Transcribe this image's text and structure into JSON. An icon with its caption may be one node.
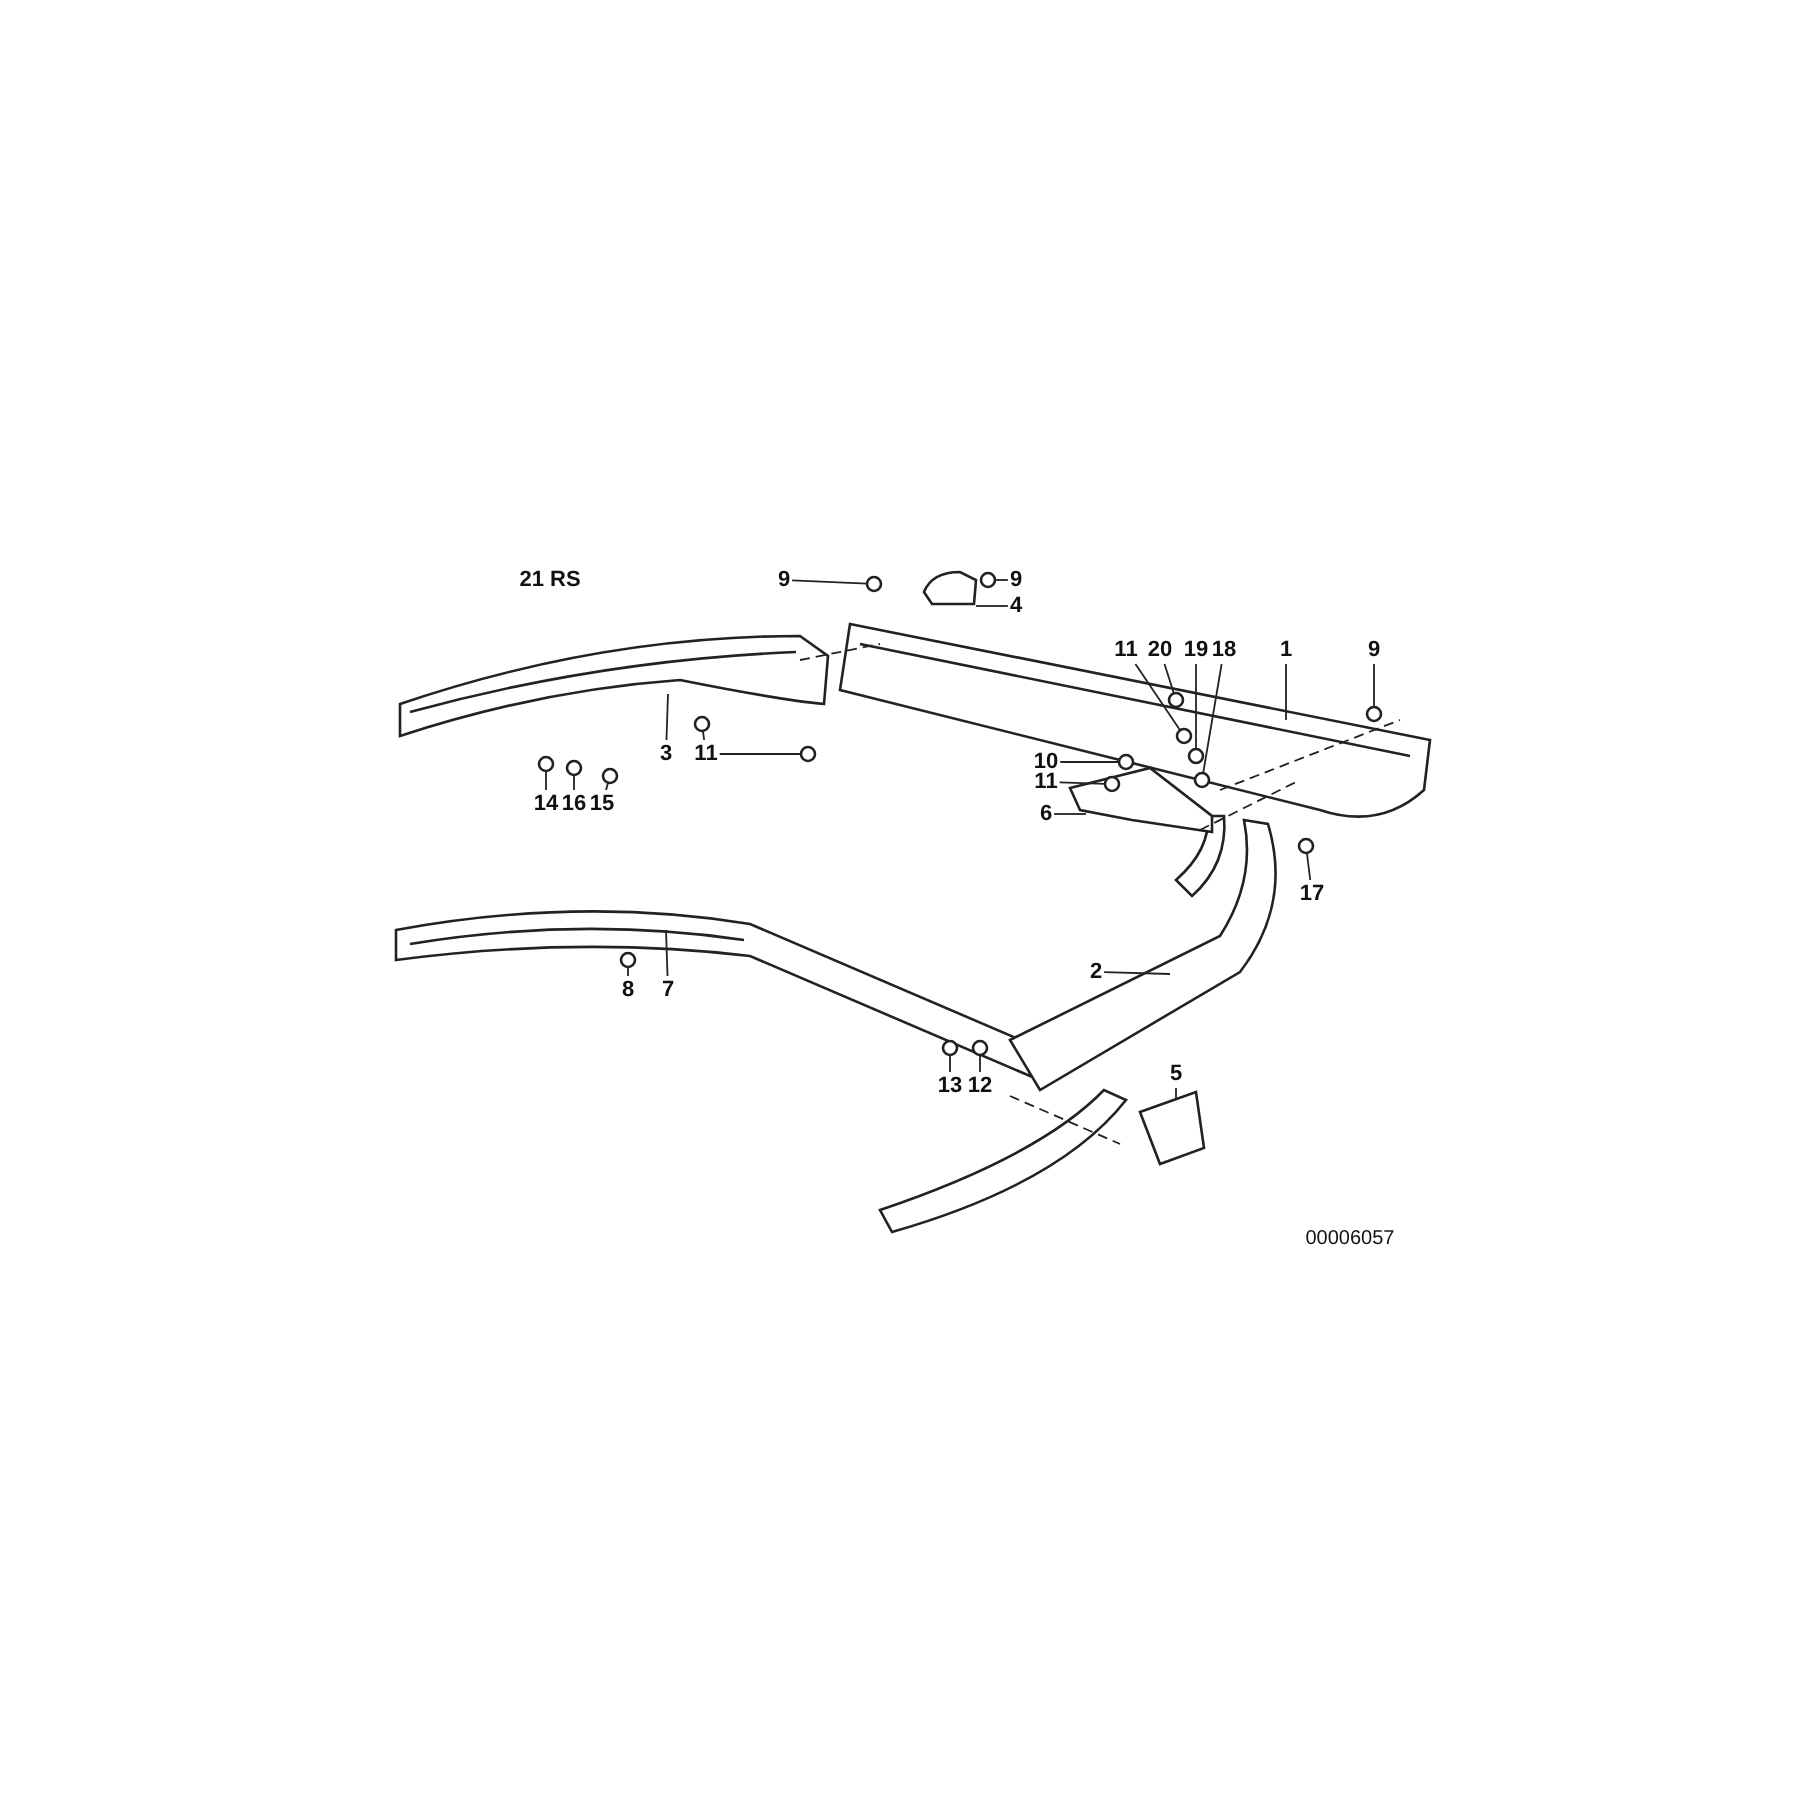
{
  "diagram": {
    "nodes": [
      {
        "text": [
          "9"
        ]
      },
      {
        "text": [
          "9"
        ]
      },
      {
        "text": [
          "4"
        ]
      },
      {
        "text": [
          "11"
        ]
      },
      {
        "text": [
          "20"
        ]
      },
      {
        "text": [
          "19"
        ]
      },
      {
        "text": [
          "18"
        ]
      },
      {
        "text": [
          "1"
        ]
      },
      {
        "text": [
          "9"
        ]
      },
      {
        "text": [
          "3"
        ]
      },
      {
        "text": [
          "11"
        ]
      },
      {
        "text": [
          "10"
        ]
      },
      {
        "text": [
          "11"
        ]
      },
      {
        "text": [
          "14"
        ]
      },
      {
        "text": [
          "16"
        ]
      },
      {
        "text": [
          "15"
        ]
      },
      {
        "text": [
          "6"
        ]
      },
      {
        "text": [
          "17"
        ]
      },
      {
        "text": [
          "2"
        ]
      },
      {
        "text": [
          "8"
        ]
      },
      {
        "text": [
          "7"
        ]
      },
      {
        "text": [
          "13"
        ]
      },
      {
        "text": [
          "12"
        ]
      },
      {
        "text": [
          "5"
        ]
      },
      {
        "text": [],
        "shape": "circle"
      },
      {
        "text": [],
        "shape": "circle"
      },
      {
        "text": [],
        "shape": "circle"
      },
      {
        "text": [],
        "shape": "circle"
      },
      {
        "text": [],
        "shape": "circle"
      },
      {
        "text": [],
        "shape": "circle"
      },
      {
        "text": [],
        "shape": "circle"
      },
      {
        "text": [],
        "shape": "circle"
      },
      {
        "text": [],
        "shape": "circle"
      },
      {
        "text": [],
        "shape": "circle"
      },
      {
        "text": [],
        "shape": "circle"
      },
      {
        "text": [],
        "shape": "circle"
      },
      {
        "text": [],
        "shape": "circle"
      },
      {
        "text": [],
        "shape": "circle"
      },
      {
        "text": [],
        "shape": "circle"
      },
      {
        "text": [],
        "shape": "circle"
      },
      {
        "text": [],
        "shape": "circle"
      },
      {
        "text": [],
        "shape": "circle"
      }
    ],
    "edges": [
      {
        "from": 0,
        "to": 24,
        "arrow": "none"
      },
      {
        "from": 1,
        "to": 25,
        "arrow": "none"
      },
      {
        "from": 2,
        "to": null,
        "arrow": "none"
      },
      {
        "from": 3,
        "to": 26,
        "arrow": "none"
      },
      {
        "from": 4,
        "to": 27,
        "arrow": "none"
      },
      {
        "from": 5,
        "to": 28,
        "arrow": "none"
      },
      {
        "from": 6,
        "to": 29,
        "arrow": "none"
      },
      {
        "from": 7,
        "to": null,
        "arrow": "none"
      },
      {
        "from": 8,
        "to": 30,
        "arrow": "none"
      },
      {
        "from": 9,
        "to": null,
        "arrow": "none"
      },
      {
        "from": 10,
        "to": 31,
        "arrow": "none"
      },
      {
        "from": 10,
        "to": 32,
        "arrow": "none"
      },
      {
        "from": 11,
        "to": 33,
        "arrow": "none"
      },
      {
        "from": 12,
        "to": 34,
        "arrow": "none"
      },
      {
        "from": 13,
        "to": 35,
        "arrow": "none"
      },
      {
        "from": 14,
        "to": 36,
        "arrow": "none"
      },
      {
        "from": 15,
        "to": 37,
        "arrow": "none"
      },
      {
        "from": 16,
        "to": null,
        "arrow": "none"
      },
      {
        "from": 17,
        "to": 38,
        "arrow": "none"
      },
      {
        "from": 18,
        "to": null,
        "arrow": "none"
      },
      {
        "from": 19,
        "to": 39,
        "arrow": "none"
      },
      {
        "from": 20,
        "to": null,
        "arrow": "none"
      },
      {
        "from": 21,
        "to": 40,
        "arrow": "none"
      },
      {
        "from": 22,
        "to": 41,
        "arrow": "none"
      },
      {
        "from": 23,
        "to": null,
        "arrow": "none"
      }
    ],
    "labels": [
      "21 RS",
      "00006057"
    ]
  }
}
